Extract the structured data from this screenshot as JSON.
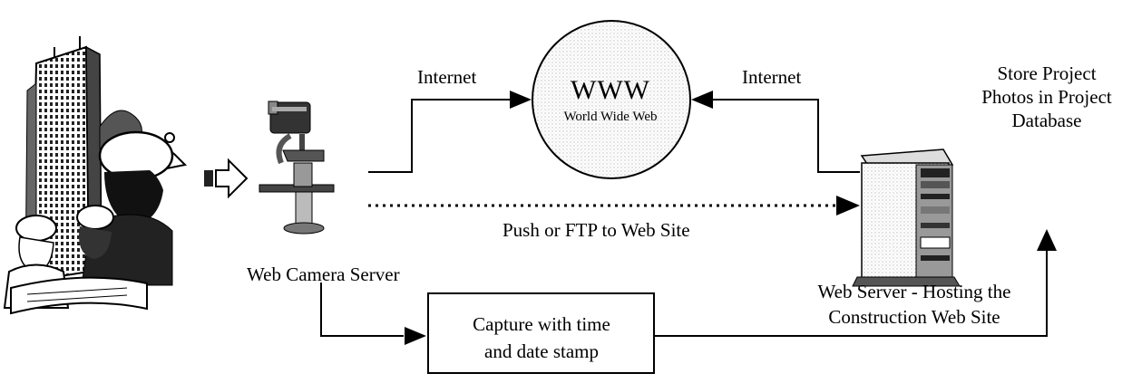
{
  "labels": {
    "internet_left": "Internet",
    "internet_right": "Internet",
    "www_title": "WWW",
    "www_subtitle": "World Wide Web",
    "push_ftp": "Push or FTP to Web Site",
    "web_camera_server": "Web Camera Server",
    "capture_line1": "Capture with time",
    "capture_line2": "and date stamp",
    "web_server_line1": "Web Server - Hosting the",
    "web_server_line2": "Construction Web Site",
    "store_line1": "Store Project",
    "store_line2": "Photos in Project",
    "store_line3": "Database"
  },
  "icons": {
    "construction_site": "construction-workers-and-building-illustration",
    "camera": "web-camera-on-stand-icon",
    "server": "server-tower-icon",
    "arrow": "hollow-right-arrow-icon"
  }
}
